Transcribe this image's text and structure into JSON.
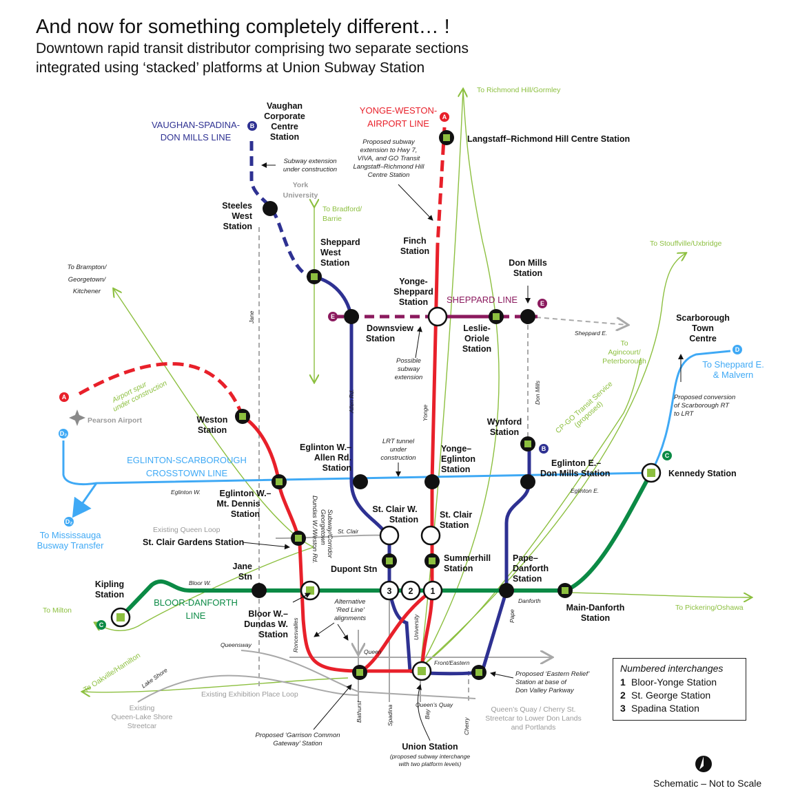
{
  "header": {
    "title": "And now for something completely different… !",
    "subtitle_line1": "Downtown rapid transit distributor comprising two separate sections",
    "subtitle_line2": "integrated using ‘stacked’ platforms at Union Subway Station"
  },
  "lines": {
    "yonge_weston_1": "YONGE-WESTON-",
    "yonge_weston_2": "AIRPORT LINE",
    "vaughan_1": "VAUGHAN-SPADINA-",
    "vaughan_2": "DON MILLS LINE",
    "sheppard": "SHEPPARD LINE",
    "eglinton_1": "EGLINTON-SCARBOROUGH",
    "eglinton_2": "CROSSTOWN LINE",
    "bloor_1": "BLOOR-DANFORTH",
    "bloor_2": "LINE",
    "colors": {
      "red": "#e8202a",
      "blue": "#2e3192",
      "green": "#0b8a45",
      "light_blue": "#3fa9f5",
      "purple": "#8b1a5e",
      "lime": "#8cbf3f",
      "grey": "#a8a8a8"
    }
  },
  "badges": {
    "a": "A",
    "b": "B",
    "c": "C",
    "d": "D",
    "d2": "D₂",
    "e": "E"
  },
  "interchange_numbers": {
    "one": "1",
    "two": "2",
    "three": "3"
  },
  "stations": {
    "vaughan": [
      "Vaughan",
      "Corporate",
      "Centre",
      "Station"
    ],
    "langstaff": "Langstaff–Richmond Hill Centre Station",
    "steeles": [
      "Steeles",
      "West",
      "Station"
    ],
    "york": [
      "York",
      "University"
    ],
    "sheppard_west": [
      "Sheppard",
      "West",
      "Station"
    ],
    "finch": [
      "Finch",
      "Station"
    ],
    "yonge_sheppard": [
      "Yonge-",
      "Sheppard",
      "Station"
    ],
    "don_mills": [
      "Don Mills",
      "Station"
    ],
    "downsview": [
      "Downsview",
      "Station"
    ],
    "leslie": [
      "Leslie-",
      "Oriole",
      "Station"
    ],
    "scarborough": [
      "Scarborough",
      "Town",
      "Centre"
    ],
    "pearson": "Pearson Airport",
    "weston": [
      "Weston",
      "Station"
    ],
    "wynford": [
      "Wynford",
      "Station"
    ],
    "eglinton_allen": [
      "Eglinton W.–",
      "Allen Rd.",
      "Station"
    ],
    "yonge_eglinton": [
      "Yonge–",
      "Eglinton",
      "Station"
    ],
    "eglinton_don": [
      "Eglinton E.–",
      "Don Mills Station"
    ],
    "kennedy": "Kennedy Station",
    "eglinton_mt": [
      "Eglinton W.–",
      "Mt. Dennis",
      "Station"
    ],
    "st_clair_w": [
      "St. Clair W.",
      "Station"
    ],
    "st_clair": [
      "St. Clair",
      "Station"
    ],
    "st_clair_gardens": "St. Clair Gardens Station",
    "dupont": "Dupont Stn",
    "summerhill": [
      "Summerhill",
      "Station"
    ],
    "pape": [
      "Pape–",
      "Danforth",
      "Station"
    ],
    "kipling": [
      "Kipling",
      "Station"
    ],
    "jane": [
      "Jane",
      "Stn"
    ],
    "bloor_dundas": [
      "Bloor W.–",
      "Dundas W.",
      "Station"
    ],
    "main_danforth": [
      "Main-Danforth",
      "Station"
    ],
    "union": "Union Station",
    "union_note": [
      "(proposed subway interchange",
      "with two platform levels)"
    ]
  },
  "directions": {
    "richmond": "To Richmond Hill/Gormley",
    "bradford": [
      "To Bradford/",
      "Barrie"
    ],
    "stouffville": "To Stouffville/Uxbridge",
    "brampton": [
      "To Brampton/",
      "Georgetown/",
      "Kitchener"
    ],
    "agincourt": [
      "To",
      "Agincourt/",
      "Peterborough"
    ],
    "sheppard_e": [
      "To Sheppard E.",
      "& Malvern"
    ],
    "mississauga": [
      "To Mississauga",
      "Busway Transfer"
    ],
    "milton": "To Milton",
    "pickering": "To Pickering/Oshawa",
    "oakville": "To Oakville/Hamilton"
  },
  "notes": {
    "subway_ext": [
      "Subway extension",
      "under construction"
    ],
    "proposed_ext": [
      "Proposed subway",
      "extension to Hwy 7,",
      "VIVA, and GO Transit",
      "Langstaff–Richmond Hill",
      "Centre Station"
    ],
    "possible": [
      "Possible",
      "subway",
      "extension"
    ],
    "lrt": [
      "LRT tunnel",
      "under",
      "construction"
    ],
    "scarborough_rt": [
      "Proposed conversion",
      "of Scarborough RT",
      "to LRT"
    ],
    "airport_spur": [
      "Airport spur",
      "under construction"
    ],
    "cp_go": [
      "CP-GO Transit Service",
      "(proposed)"
    ],
    "red_line": [
      "Alternative",
      "‘Red Line’",
      "alignments"
    ],
    "georgetown": [
      "Georgetown",
      "Subway/Corridor"
    ],
    "eastern_relief": [
      "Proposed ‘Eastern Relief’",
      "Station at base of",
      "Don Valley Parkway"
    ],
    "garrison": [
      "Proposed ‘Garrison Common",
      "Gateway’ Station"
    ],
    "queen_lake": [
      "Existing",
      "Queen-Lake Shore",
      "Streetcar"
    ],
    "queens_quay_cherry": [
      "Queen’s Quay / Cherry St.",
      "Streetcar to Lower Don Lands",
      "and Portlands"
    ],
    "queen_loop": "Existing Queen Loop",
    "exhibition_loop": "Existing Exhibition Place Loop"
  },
  "streets": {
    "jane": "Jane",
    "allen": "Allen Rd.",
    "yonge": "Yonge",
    "don_mills": "Don Mills",
    "sheppard_e": "Sheppard E.",
    "eglinton_w": "Eglinton W.",
    "eglinton_e": "Eglinton E.",
    "st_clair": "St. Clair",
    "bloor_w": "Bloor W.",
    "danforth": "Danforth",
    "queensway": "Queensway",
    "queen": "Queen",
    "front": "Front/Eastern",
    "lake_shore": "Lake Shore",
    "bathurst": "Bathurst",
    "spadina": "Spadina",
    "bay": "Bay",
    "cherry": "Cherry",
    "queens_quay": "Queen’s Quay",
    "roncesvalles": "Roncesvalles",
    "university": "University",
    "pape": "Pape",
    "dundas": "Dundas W./Weston Rd."
  },
  "legend": {
    "title": "Numbered interchanges",
    "items": [
      {
        "num": "1",
        "label": "Bloor-Yonge Station"
      },
      {
        "num": "2",
        "label": "St. George Station"
      },
      {
        "num": "3",
        "label": "Spadina Station"
      }
    ]
  },
  "footer": "Schematic – Not to Scale"
}
